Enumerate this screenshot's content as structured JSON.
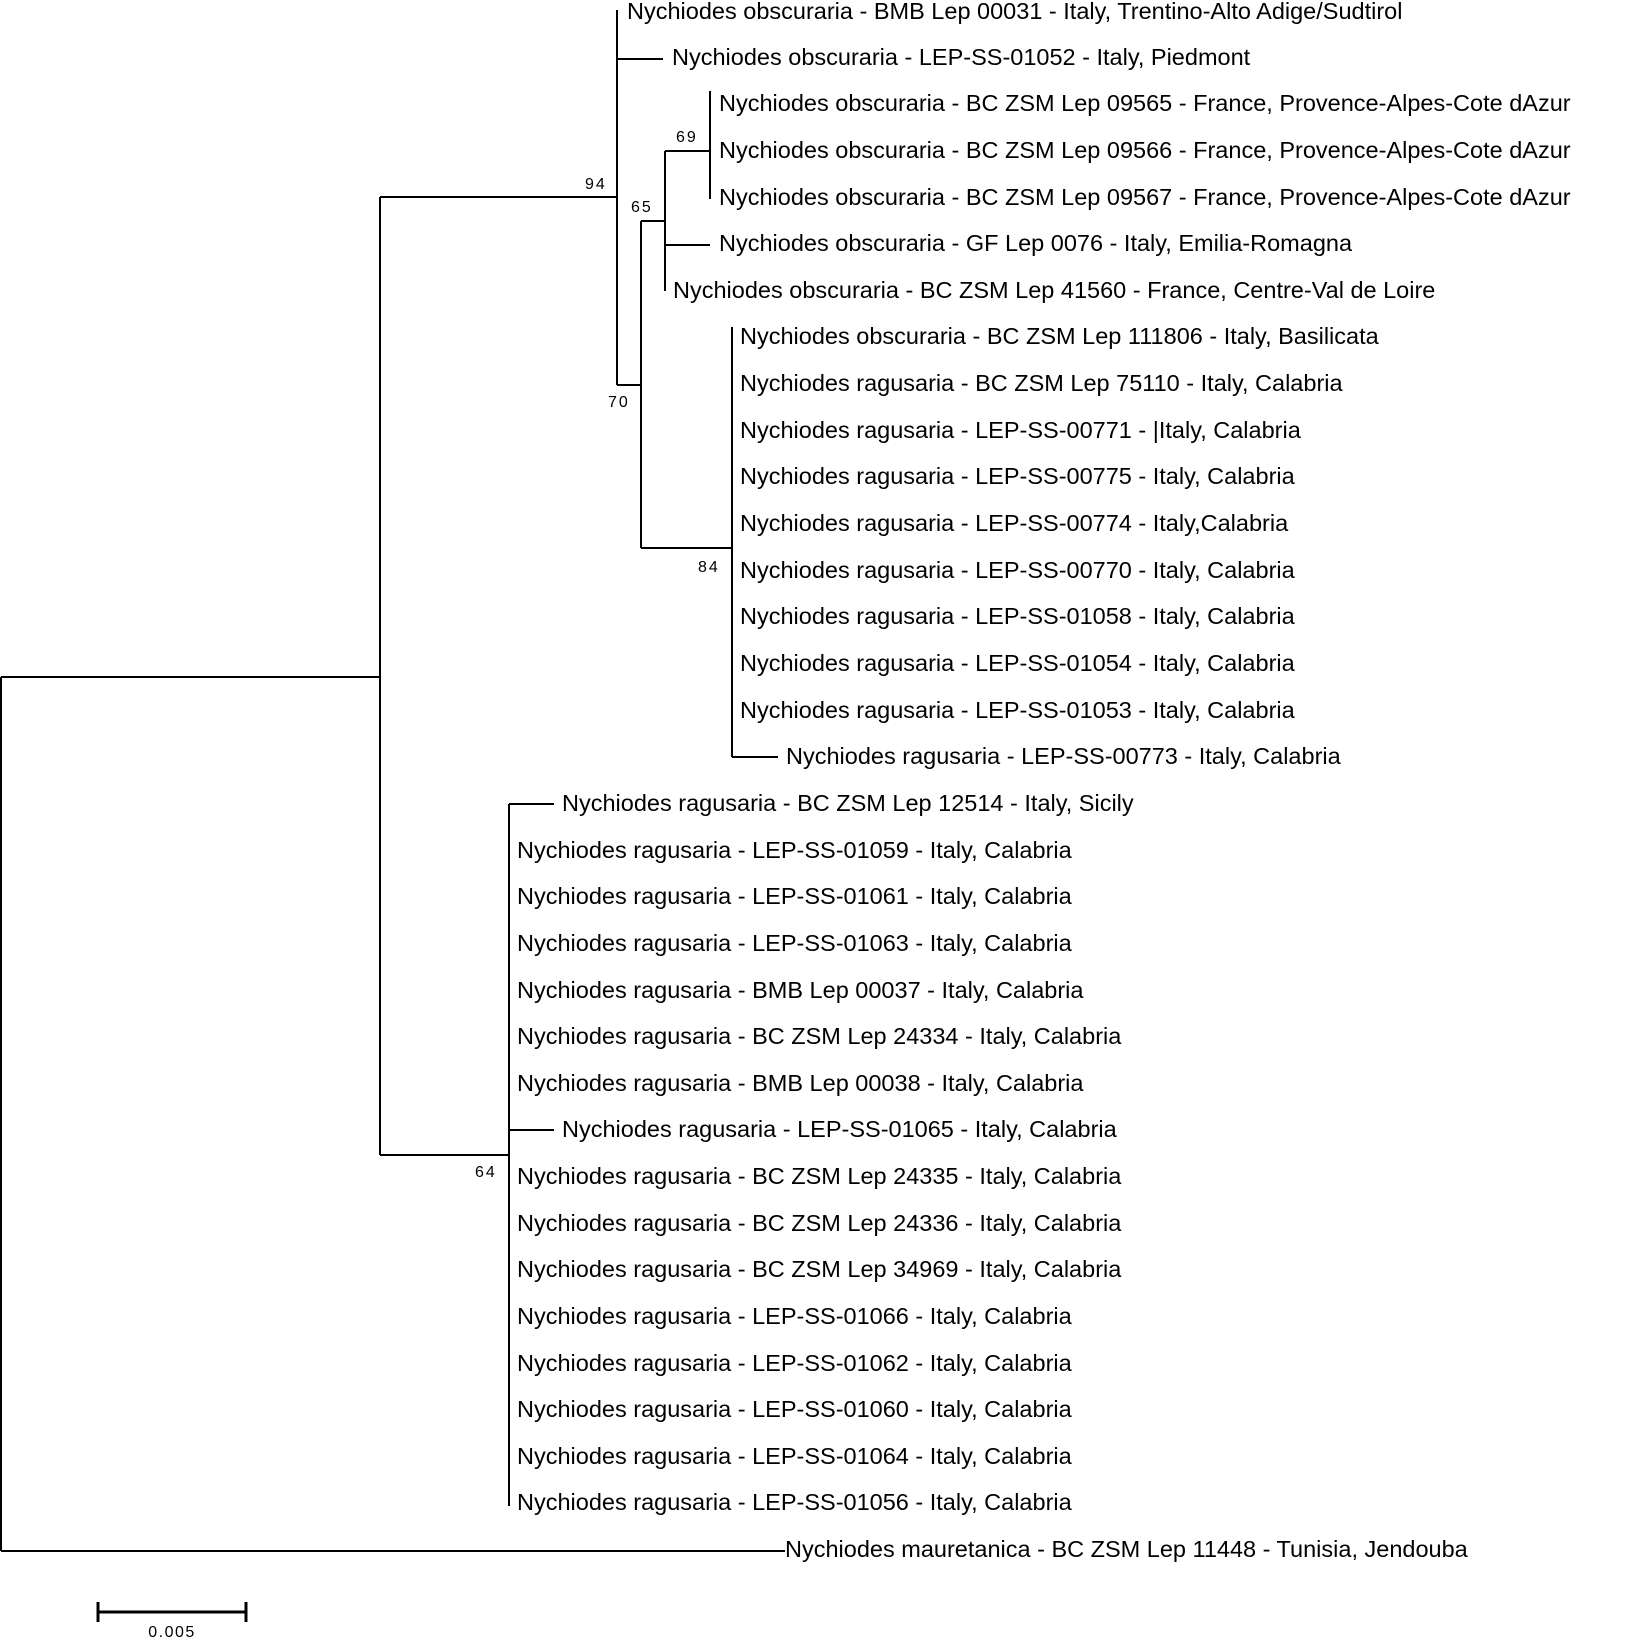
{
  "tree": {
    "leaves": [
      "Nychiodes obscuraria - BMB Lep 00031 - Italy, Trentino-Alto Adige/Sudtirol",
      "Nychiodes obscuraria - LEP-SS-01052 - Italy, Piedmont",
      "Nychiodes obscuraria - BC ZSM Lep 09565 - France, Provence-Alpes-Cote dAzur",
      "Nychiodes obscuraria - BC ZSM Lep 09566 - France, Provence-Alpes-Cote dAzur",
      "Nychiodes obscuraria - BC ZSM Lep 09567 - France, Provence-Alpes-Cote dAzur",
      "Nychiodes obscuraria - GF Lep 0076 - Italy, Emilia-Romagna",
      "Nychiodes obscuraria - BC ZSM Lep 41560 - France, Centre-Val de Loire",
      "Nychiodes obscuraria - BC ZSM Lep 111806 - Italy, Basilicata",
      "Nychiodes ragusaria - BC ZSM Lep 75110 - Italy, Calabria",
      "Nychiodes ragusaria - LEP-SS-00771 - |Italy, Calabria",
      "Nychiodes ragusaria - LEP-SS-00775 - Italy, Calabria",
      "Nychiodes ragusaria - LEP-SS-00774 - Italy,Calabria",
      "Nychiodes ragusaria - LEP-SS-00770 - Italy, Calabria",
      "Nychiodes ragusaria - LEP-SS-01058 - Italy, Calabria",
      "Nychiodes ragusaria - LEP-SS-01054 - Italy, Calabria",
      "Nychiodes ragusaria - LEP-SS-01053 - Italy, Calabria",
      "Nychiodes ragusaria - LEP-SS-00773 - Italy, Calabria",
      "Nychiodes ragusaria - BC ZSM Lep 12514 - Italy, Sicily",
      "Nychiodes ragusaria - LEP-SS-01059 - Italy, Calabria",
      "Nychiodes ragusaria - LEP-SS-01061 - Italy, Calabria",
      "Nychiodes ragusaria - LEP-SS-01063 - Italy, Calabria",
      "Nychiodes ragusaria - BMB Lep 00037 - Italy, Calabria",
      "Nychiodes ragusaria - BC ZSM Lep 24334 - Italy, Calabria",
      "Nychiodes ragusaria - BMB Lep 00038 - Italy, Calabria",
      "Nychiodes ragusaria - LEP-SS-01065 - Italy, Calabria",
      "Nychiodes ragusaria - BC ZSM Lep 24335 - Italy, Calabria",
      "Nychiodes ragusaria - BC ZSM Lep 24336 - Italy, Calabria",
      "Nychiodes ragusaria - BC ZSM Lep 34969 - Italy, Calabria",
      "Nychiodes ragusaria - LEP-SS-01066 - Italy, Calabria",
      "Nychiodes ragusaria - LEP-SS-01062 - Italy, Calabria",
      "Nychiodes ragusaria - LEP-SS-01060 - Italy, Calabria",
      "Nychiodes ragusaria - LEP-SS-01064 - Italy, Calabria",
      "Nychiodes ragusaria - LEP-SS-01056 - Italy, Calabria",
      "Nychiodes mauretanica - BC ZSM Lep 11448 - Tunisia, Jendouba"
    ],
    "support_values": [
      "94",
      "69",
      "65",
      "70",
      "84",
      "64"
    ],
    "scale_bar": {
      "label": "0.005"
    }
  }
}
